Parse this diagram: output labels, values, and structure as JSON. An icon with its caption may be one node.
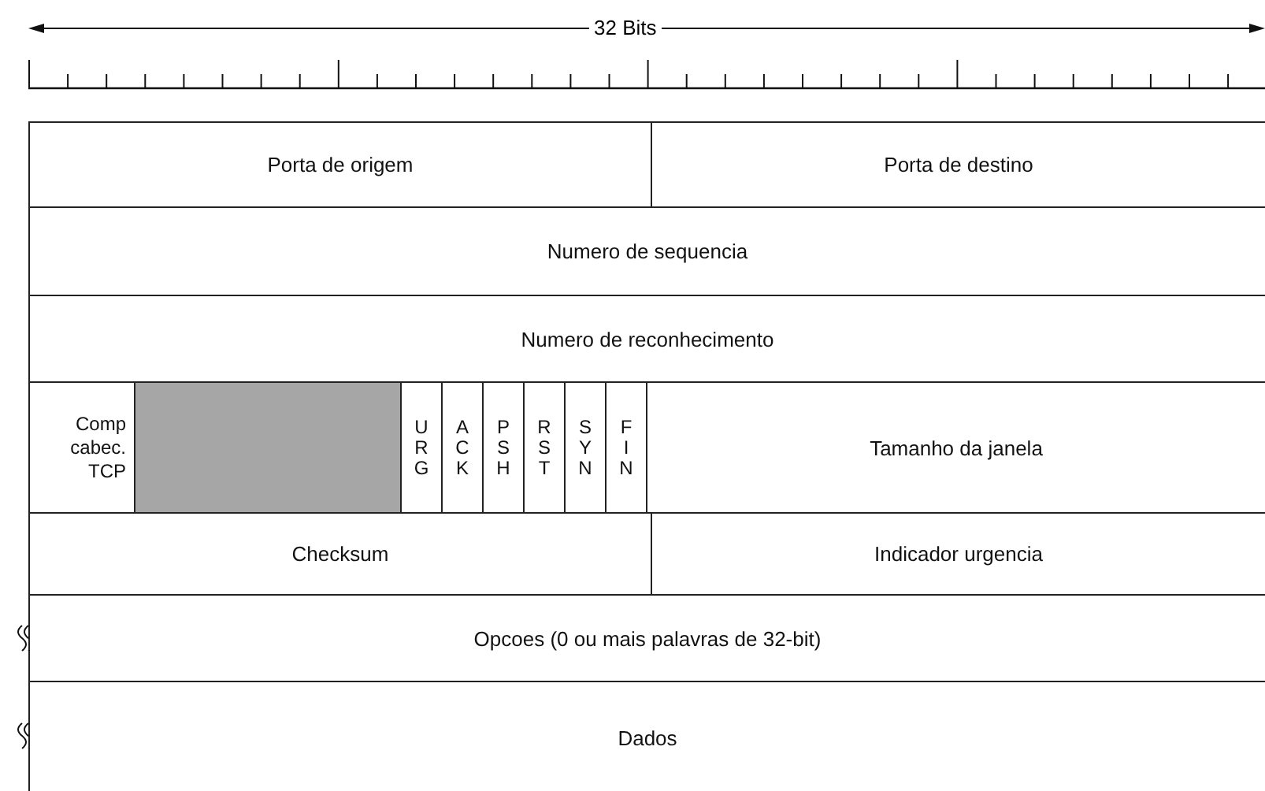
{
  "diagram": {
    "nodes": [
      {
        "text": [
          "Porta de origem"
        ]
      },
      {
        "text": [
          "Porta de destino"
        ]
      },
      {
        "text": [
          "Numero de sequencia"
        ]
      },
      {
        "text": [
          "Numero de reconhecimento"
        ]
      },
      {
        "text": [
          "Comp cabec. TCP"
        ]
      },
      {
        "text": [],
        "shape": "box"
      },
      {
        "text": [
          "U R G"
        ]
      },
      {
        "text": [
          "A C K"
        ]
      },
      {
        "text": [
          "P S H"
        ]
      },
      {
        "text": [
          "R S T"
        ]
      },
      {
        "text": [
          "S Y N"
        ]
      },
      {
        "text": [
          "F I N"
        ]
      },
      {
        "text": [
          "Tamanho da janela"
        ]
      },
      {
        "text": [
          "Checksum"
        ]
      },
      {
        "text": [
          "Indicador urgencia"
        ]
      },
      {
        "text": [
          "Opcoes (0 ou mais palavras de 32-bit)"
        ]
      },
      {
        "text": [
          "Dados"
        ]
      }
    ],
    "labels": [
      "32 Bits"
    ]
  }
}
